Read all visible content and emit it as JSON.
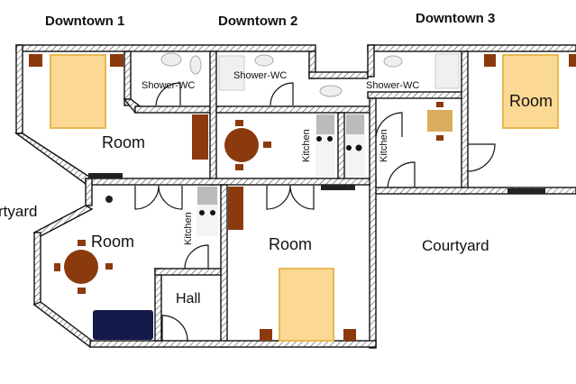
{
  "titles": {
    "downtown1": "Downtown 1",
    "downtown2": "Downtown 2",
    "downtown3": "Downtown 3"
  },
  "labels": {
    "room_dt1": "Room",
    "room_dt3": "Room",
    "room_lower_left": "Room",
    "room_lower_right": "Room",
    "shower_wc_1": "Shower-WC",
    "shower_wc_2": "Shower-WC",
    "shower_wc_3": "Shower-WC",
    "kitchen_1": "Kitchen",
    "kitchen_2": "Kitchen",
    "kitchen_3": "Kitchen",
    "hall": "Hall",
    "courtyard_right": "Courtyard",
    "courtyard_left": "rtyard"
  },
  "colors": {
    "wood": "#8b3a0e",
    "bed": "#fbd995",
    "sofa": "#141a4a",
    "table_light": "#d9ad5e"
  }
}
